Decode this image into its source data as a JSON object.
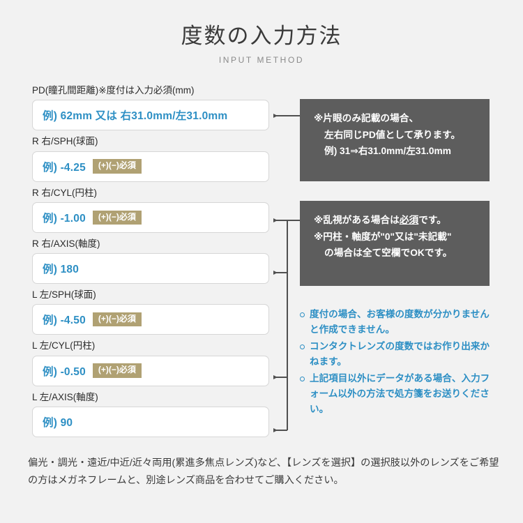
{
  "header": {
    "title": "度数の入力方法",
    "subtitle": "INPUT METHOD"
  },
  "form": {
    "fields": [
      {
        "name": "pd",
        "label": "PD(瞳孔間距離)※度付は入力必須(mm)",
        "value": "例) 62mm 又は 右31.0mm/左31.0mm",
        "badge": ""
      },
      {
        "name": "r-sph",
        "label": "R 右/SPH(球面)",
        "value": "例) -4.25",
        "badge": "(+)(−)必須"
      },
      {
        "name": "r-cyl",
        "label": "R 右/CYL(円柱)",
        "value": "例) -1.00",
        "badge": "(+)(−)必須"
      },
      {
        "name": "r-axis",
        "label": "R 右/AXIS(軸度)",
        "value": "例) 180",
        "badge": ""
      },
      {
        "name": "l-sph",
        "label": "L 左/SPH(球面)",
        "value": "例) -4.50",
        "badge": "(+)(−)必須"
      },
      {
        "name": "l-cyl",
        "label": "L 左/CYL(円柱)",
        "value": "例) -0.50",
        "badge": "(+)(−)必須"
      },
      {
        "name": "l-axis",
        "label": "L 左/AXIS(軸度)",
        "value": "例) 90",
        "badge": ""
      }
    ]
  },
  "notes": {
    "pd_box": {
      "line1": "※片眼のみ記載の場合、",
      "line2": "左右同じPD値として承ります。",
      "line3": "例) 31⇒右31.0mm/左31.0mm"
    },
    "cyl_box": {
      "line1_pre": "※乱視がある場合は",
      "line1_underline": "必須",
      "line1_post": "です。",
      "line2": "※円柱・軸度が\"0\"又は\"未記載\"",
      "line3": "の場合は全て空欄でOKです。"
    }
  },
  "bullets": [
    "度付の場合、お客様の度数が分かりませんと作成できません。",
    "コンタクトレンズの度数ではお作り出来かねます。",
    "上記項目以外にデータがある場合、入力フォーム以外の方法で処方箋をお送りください。"
  ],
  "footer": {
    "text": "偏光・調光・遠近/中近/近々両用(累進多焦点レンズ)など、【レンズを選択】の選択肢以外のレンズをご希望の方はメガネフレームと、別途レンズ商品を合わせてご購入ください。"
  },
  "colors": {
    "background": "#f2f2f2",
    "accent_blue": "#2d8fc4",
    "badge_khaki": "#b0a173",
    "note_box_dark": "#5d5d5d",
    "text_dark": "#333333"
  }
}
